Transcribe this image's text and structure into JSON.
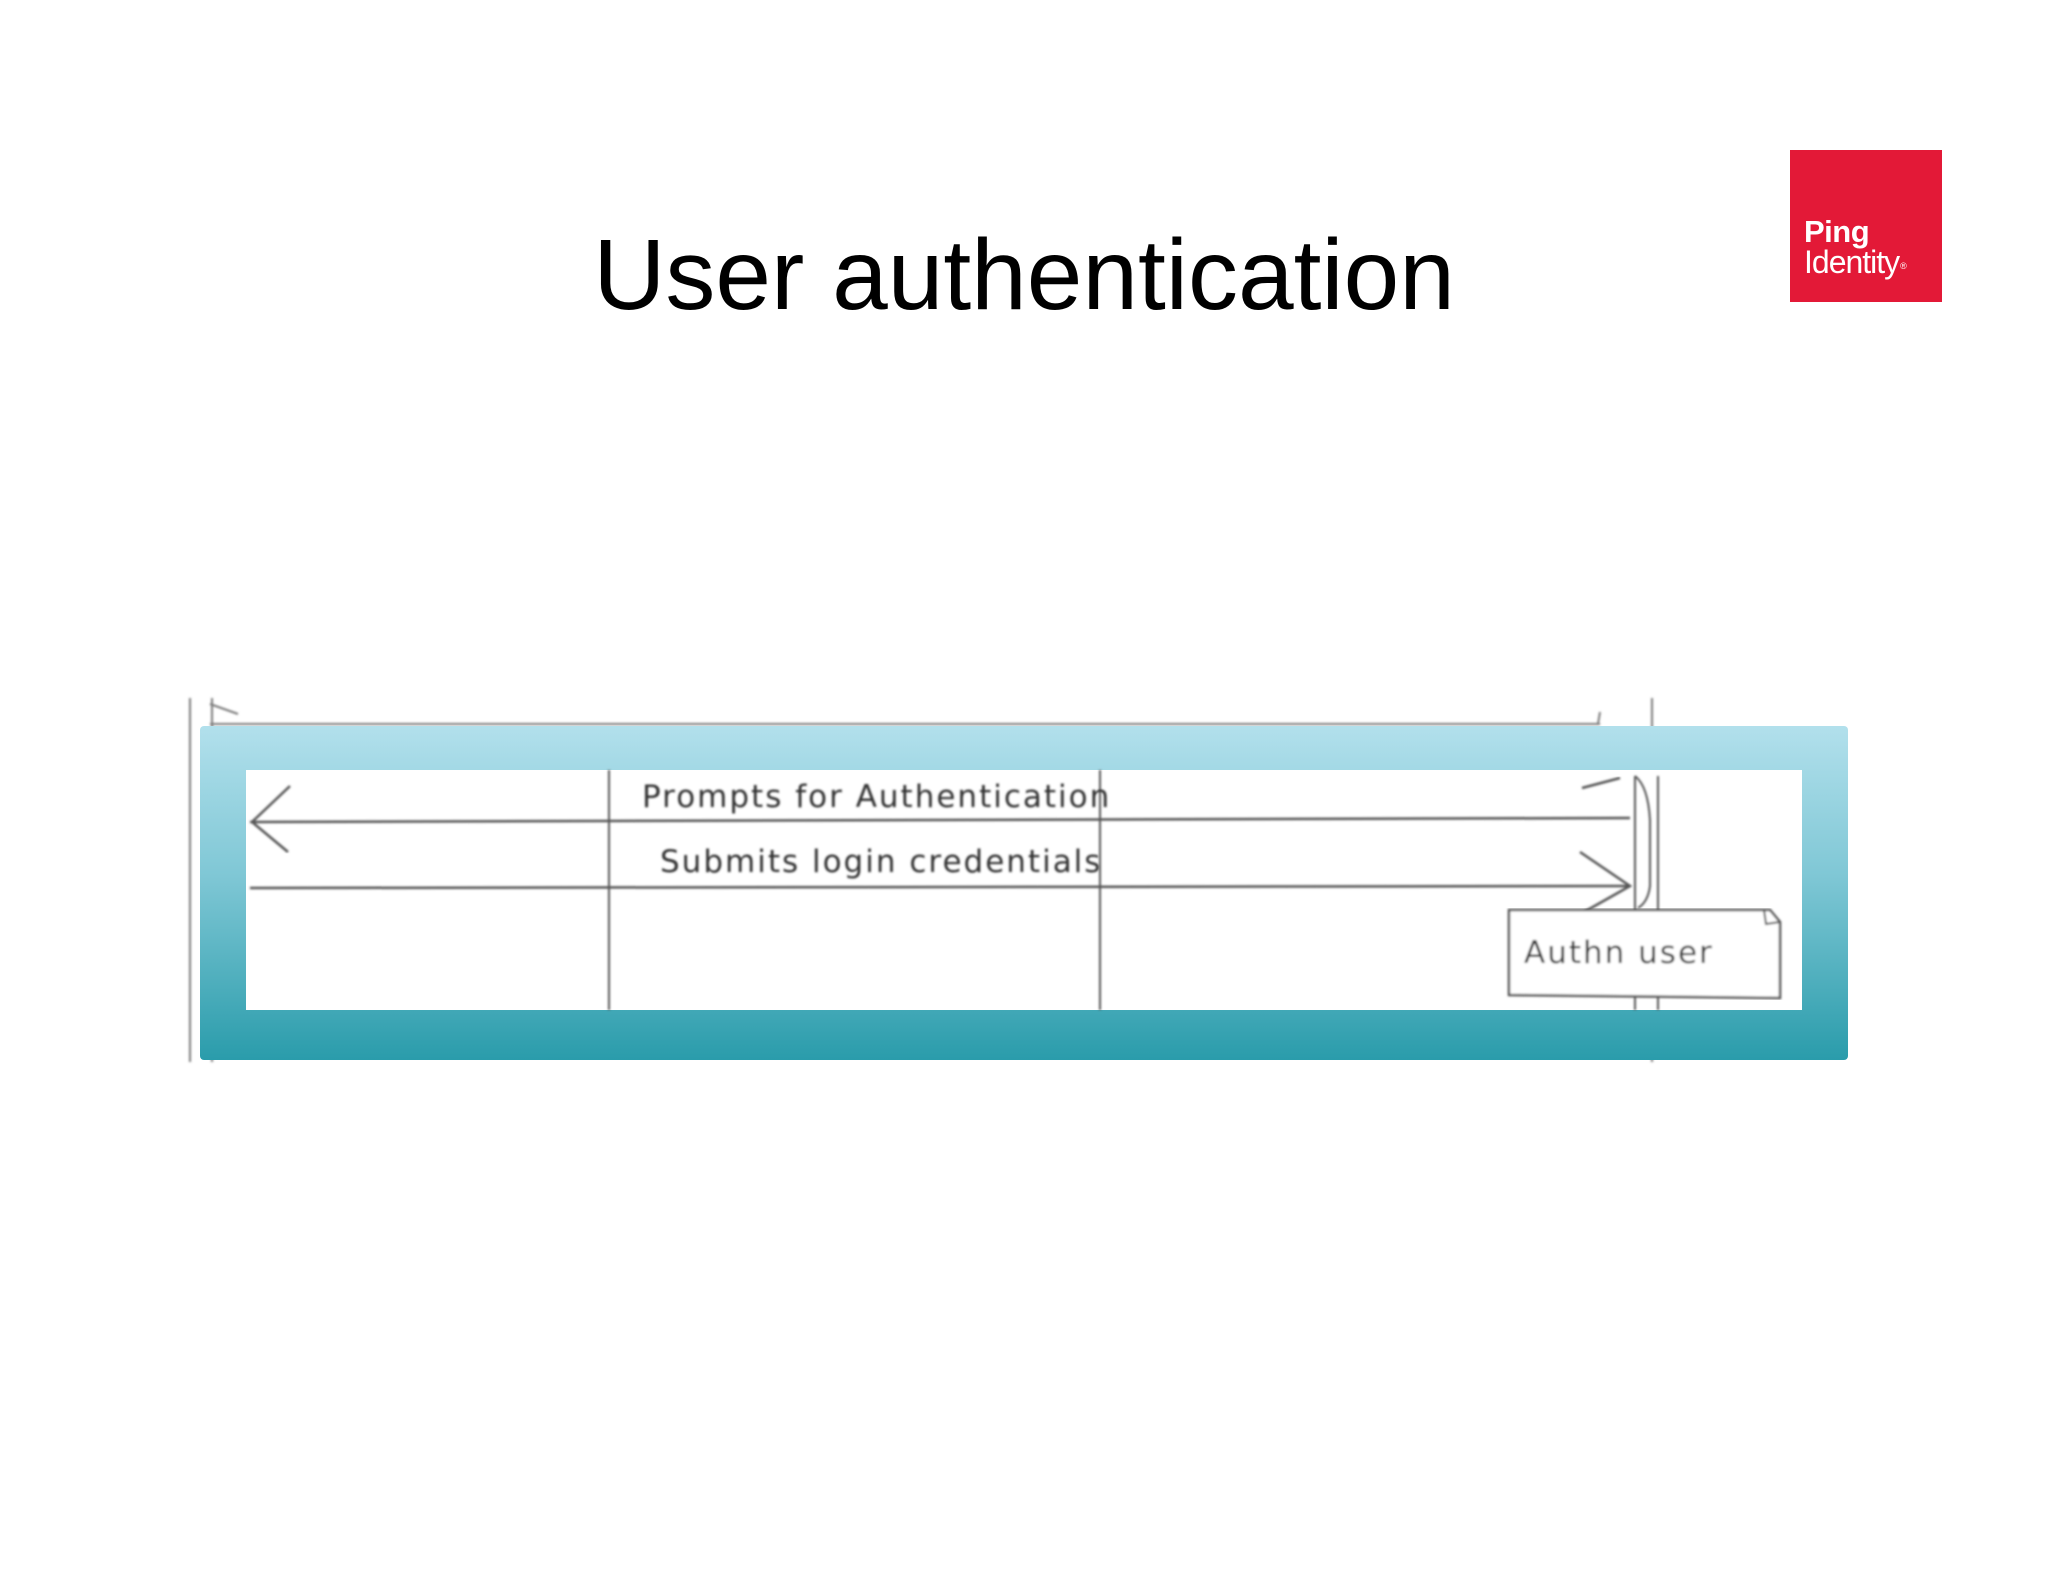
{
  "slide": {
    "title": "User authentication"
  },
  "logo": {
    "line1": "Ping",
    "line2": "Identity",
    "reg": "®",
    "color": "#e31937"
  },
  "diagram": {
    "frame_color": "#2a9cab",
    "messages": [
      {
        "label": "Prompts for Authentication",
        "direction": "left"
      },
      {
        "label": "Submits login credentials",
        "direction": "right"
      }
    ],
    "note": "Authn user"
  }
}
